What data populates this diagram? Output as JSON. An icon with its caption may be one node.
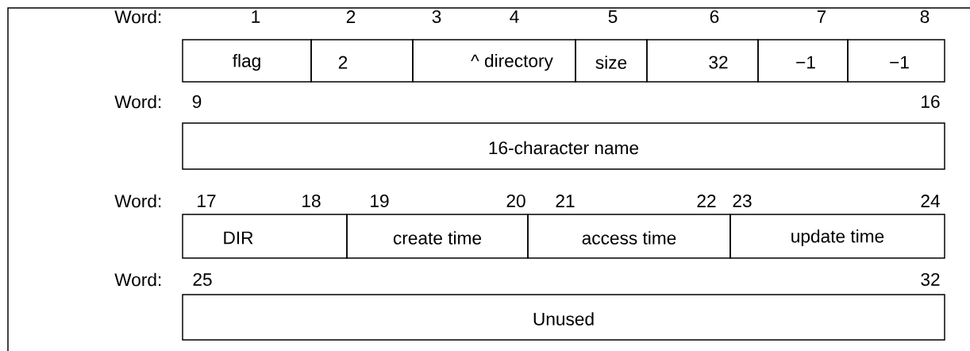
{
  "diagram": {
    "nodes": [
      {
        "text": [
          "flag"
        ]
      },
      {
        "text": [
          "2"
        ]
      },
      {
        "text": [
          "^ directory"
        ]
      },
      {
        "text": [
          "size"
        ]
      },
      {
        "text": [
          "32"
        ]
      },
      {
        "text": [
          "−1"
        ]
      },
      {
        "text": [
          "−1"
        ]
      },
      {
        "text": [
          "16-character name"
        ]
      },
      {
        "text": [
          "DIR"
        ]
      },
      {
        "text": [
          "create time"
        ]
      },
      {
        "text": [
          "access time"
        ]
      },
      {
        "text": [
          "update time"
        ]
      },
      {
        "text": [
          "Unused"
        ]
      }
    ],
    "labels": [
      "Word:",
      "1",
      "2",
      "3",
      "4",
      "5",
      "6",
      "7",
      "8",
      "Word:",
      "9",
      "16",
      "Word:",
      "17",
      "18",
      "19",
      "20",
      "21",
      "22",
      "23",
      "24",
      "Word:",
      "25",
      "32"
    ]
  }
}
